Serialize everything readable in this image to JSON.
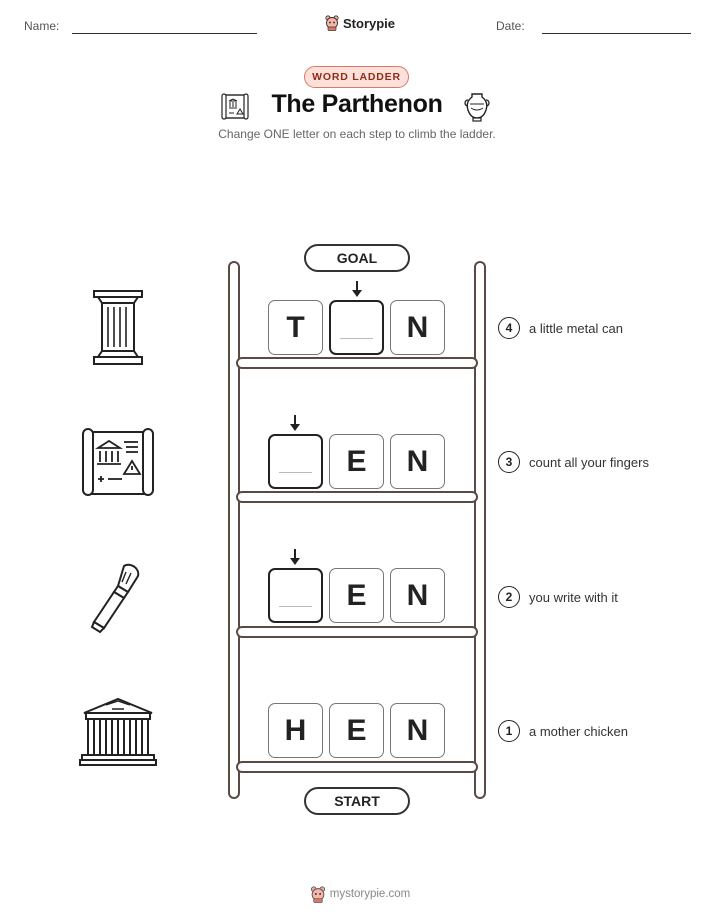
{
  "header": {
    "name_label": "Name:",
    "date_label": "Date:",
    "brand": "Storypie",
    "badge": "WORD LADDER",
    "title": "The Parthenon",
    "subtitle": "Change ONE letter on each step to climb the ladder."
  },
  "ladder": {
    "goal_label": "GOAL",
    "start_label": "START",
    "rungs": [
      {
        "step": "4",
        "letters": [
          "T",
          "",
          "N"
        ],
        "blank_index": 1,
        "clue": "a little metal can",
        "icon": "column-icon"
      },
      {
        "step": "3",
        "letters": [
          "",
          "E",
          "N"
        ],
        "blank_index": 0,
        "clue": "count all your fingers",
        "icon": "blueprint-scroll-icon"
      },
      {
        "step": "2",
        "letters": [
          "",
          "E",
          "N"
        ],
        "blank_index": 0,
        "clue": "you write with it",
        "icon": "chisel-icon"
      },
      {
        "step": "1",
        "letters": [
          "H",
          "E",
          "N"
        ],
        "blank_index": -1,
        "clue": "a mother chicken",
        "icon": "parthenon-temple-icon"
      }
    ]
  },
  "footer": {
    "site": "mystorypie.com"
  }
}
